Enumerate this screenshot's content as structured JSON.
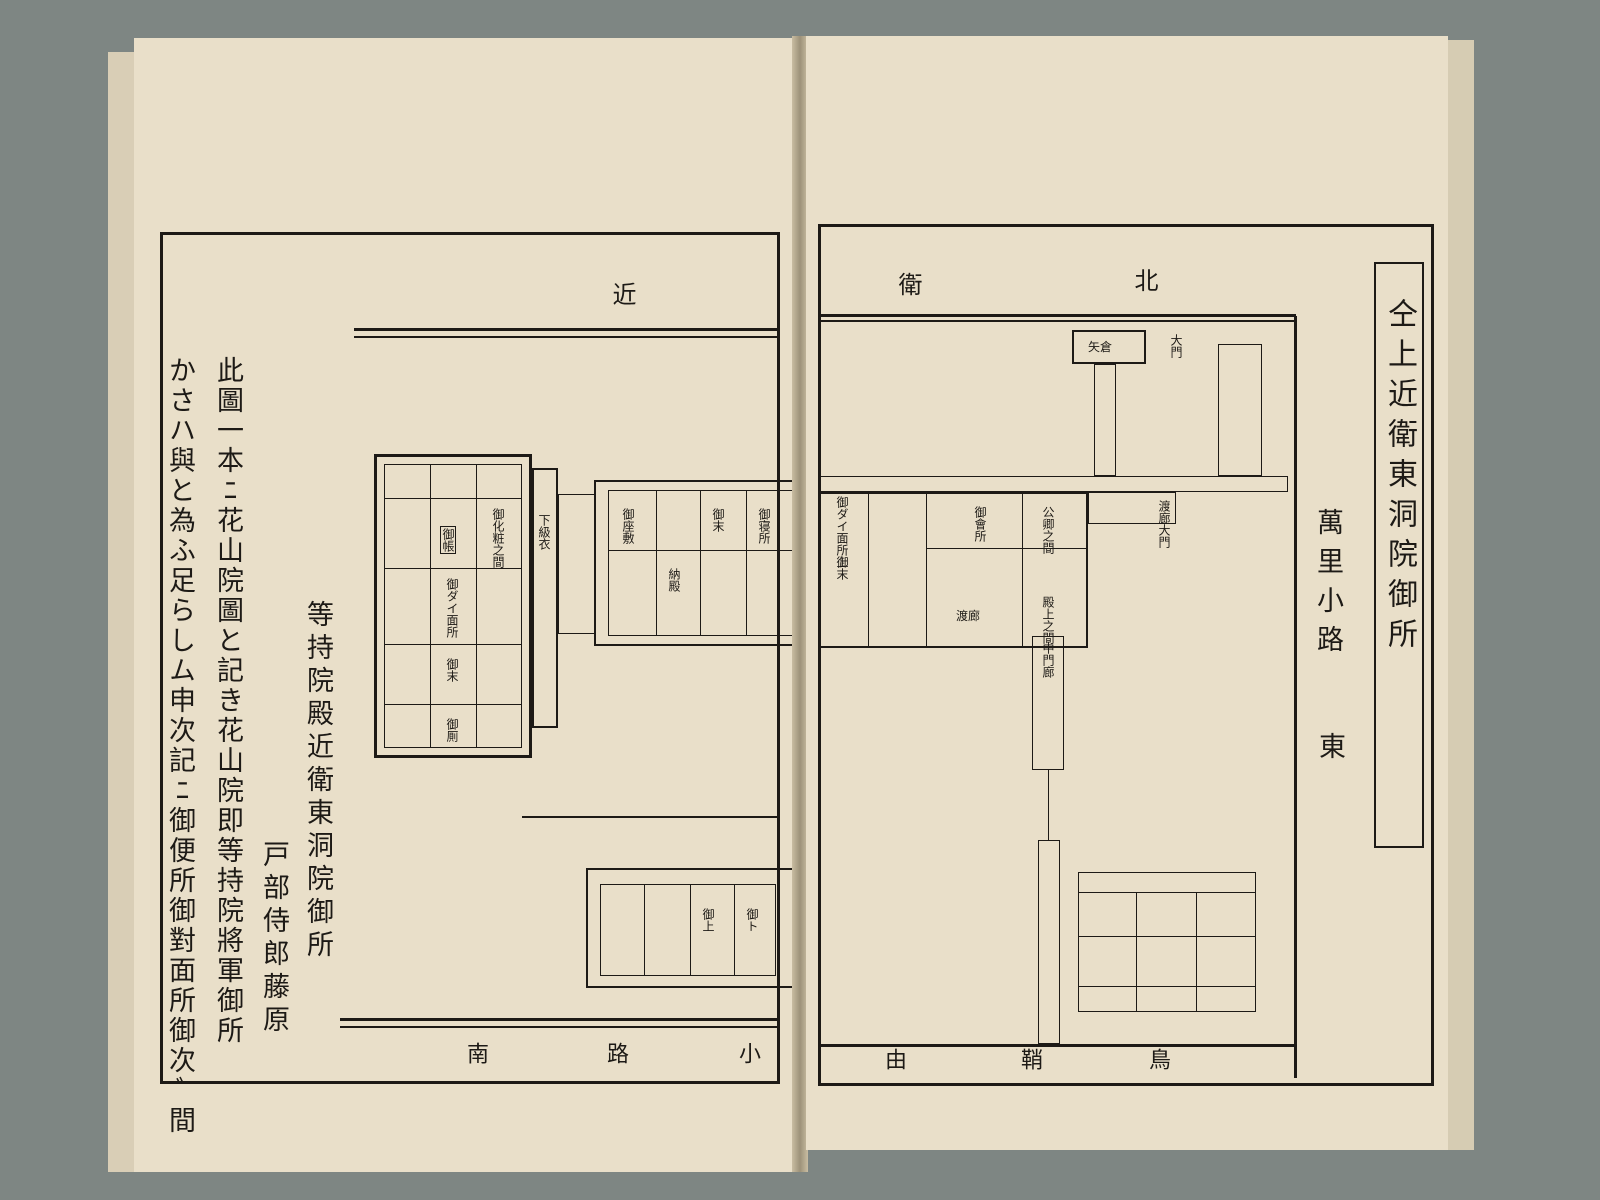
{
  "title": "仝上近衛東洞院御所",
  "left_page": {
    "caption_main": "等持院殿近衛東洞院御所",
    "caption_author": "戸部侍郎藤原",
    "note_lines": [
      "此圖一本ﾆ花山院圖と記き花山院即等持院將軍御所",
      "かさハ與と為ふ足らしム申次記ﾆ御便所御對面所御次ﾞ間"
    ],
    "street_top": "近",
    "street_bottom_1": "小",
    "street_bottom_2": "路",
    "street_bottom_3": "南",
    "rooms": [
      "御帳",
      "御化粧之間",
      "御ダイ面所",
      "御末",
      "御厠",
      "下級衣",
      "御寝所",
      "御末",
      "納殿",
      "御座敷",
      "御上",
      "御ト"
    ]
  },
  "right_page": {
    "side_street": "萬里小路",
    "east_label": "東",
    "street_top_1": "北",
    "street_top_2": "衛",
    "street_bottom_1": "鞘",
    "street_bottom_2": "由",
    "street_bottom_3": "鳥",
    "rooms": [
      "矢倉",
      "大門",
      "御會所",
      "公卿之間",
      "殿上之間",
      "渡廊",
      "渡廊大門",
      "中門廊",
      "御末",
      "御ダイ面所上"
    ]
  }
}
